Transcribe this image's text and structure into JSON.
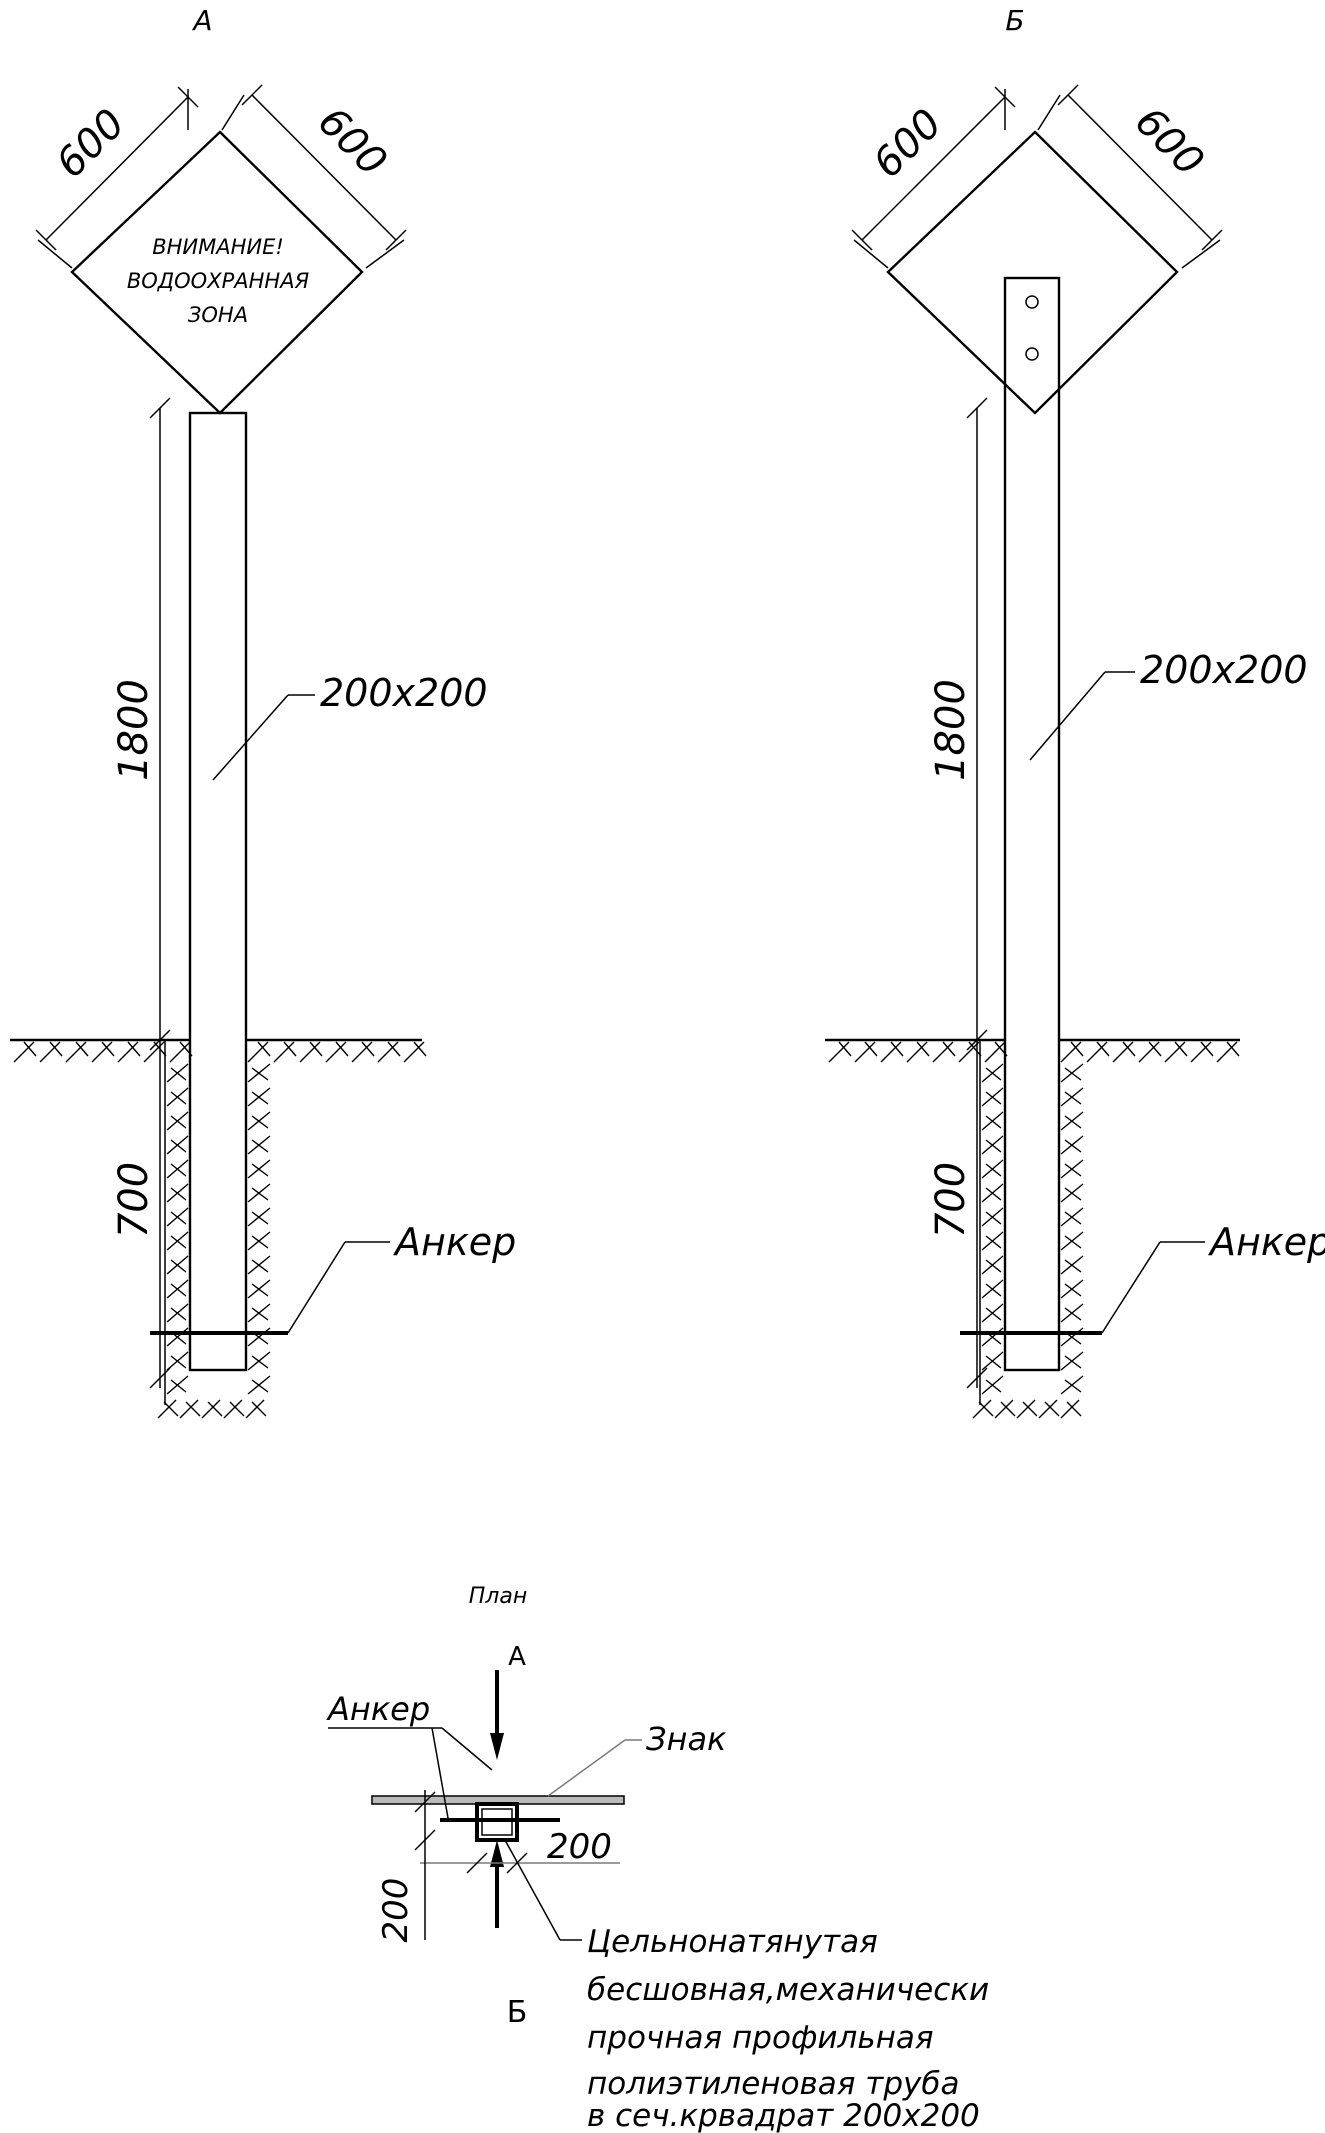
{
  "views": {
    "a": {
      "label": "А",
      "dim_sign_left": "600",
      "dim_sign_right": "600",
      "sign_text": [
        "ВНИМАНИЕ!",
        "ВОДООХРАННАЯ",
        "ЗОНА"
      ],
      "dim_height_above": "1800",
      "dim_height_below": "700",
      "post_section": "200x200",
      "anchor_label": "Анкер"
    },
    "b": {
      "label": "Б",
      "dim_sign_left": "600",
      "dim_sign_right": "600",
      "dim_height_above": "1800",
      "dim_height_below": "700",
      "post_section": "200x200",
      "anchor_label": "Анкер"
    }
  },
  "plan": {
    "title": "План",
    "section_top": "А",
    "section_bottom": "Б",
    "anchor_label": "Анкер",
    "sign_label": "Знак",
    "dim_horizontal": "200",
    "dim_vertical": "200",
    "pipe_description": [
      "Цельнонатянутая",
      "бесшовная,механически",
      "прочная профильная",
      "полиэтиленовая труба",
      "в сеч.крвадрат 200x200"
    ]
  }
}
